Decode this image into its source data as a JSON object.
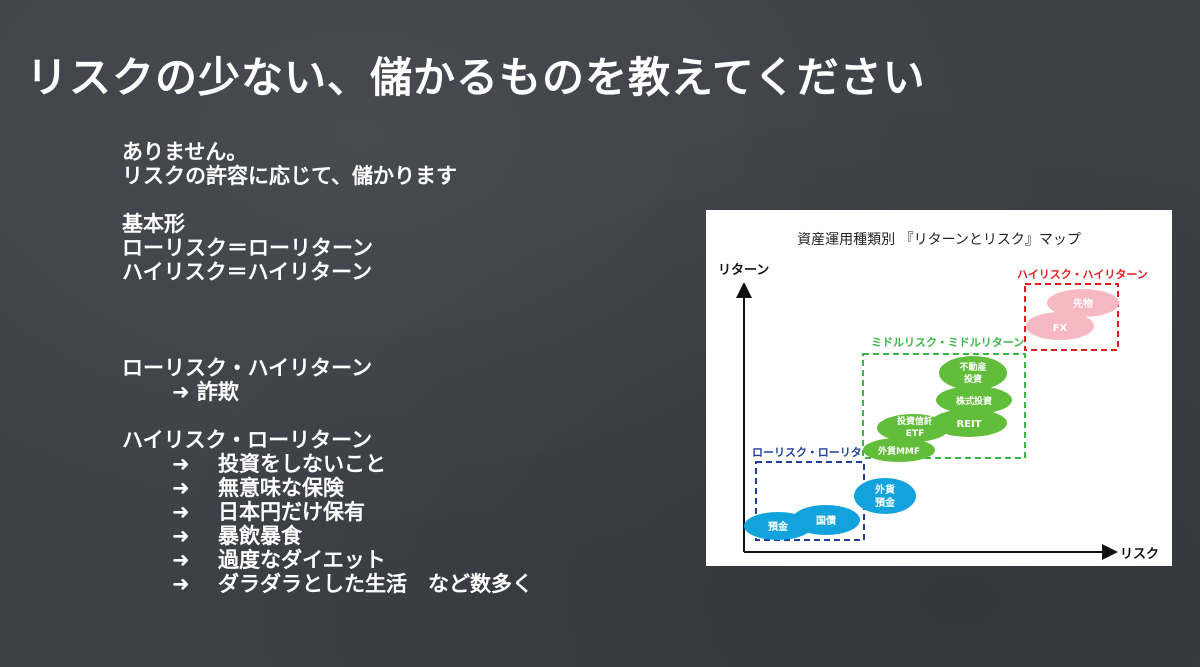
{
  "title": "リスクの少ない、儲かるものを教えてください",
  "body": {
    "line1": "ありません。",
    "line2": "リスクの許容に応じて、儲かります",
    "basic_heading": "基本形",
    "basic1": "ローリスク＝ローリターン",
    "basic2": "ハイリスク＝ハイリターン",
    "section1_heading": "ローリスク・ハイリターン",
    "section1_item": "➜ 詐欺",
    "section2_heading": "ハイリスク・ローリターン",
    "section2_arrow": "➜",
    "section2_items": [
      "投資をしないこと",
      "無意味な保険",
      "日本円だけ保有",
      "暴飲暴食",
      "過度なダイエット",
      "ダラダラとした生活　など数多く"
    ]
  },
  "chart": {
    "title": "資産運用種類別 『リターンとリスク』マップ",
    "y_axis_label": "リターン",
    "x_axis_label": "リスク",
    "groups": {
      "low": "ローリスク・ローリターン",
      "middle": "ミドルリスク・ミドルリターン",
      "high": "ハイリスク・ハイリターン"
    },
    "items": {
      "deposit": "預金",
      "jgb": "国債",
      "foreign_deposit_1": "外貨",
      "foreign_deposit_2": "預金",
      "foreign_mmf": "外貨MMF",
      "trust_1": "投資信託",
      "trust_2": "ETF",
      "reit": "REIT",
      "stock": "株式投資",
      "realestate_1": "不動産",
      "realestate_2": "投資",
      "futures": "先物",
      "fx": "FX"
    },
    "colors": {
      "low": "#1f3f99",
      "middle": "#39b54a",
      "high": "#e02020",
      "blue_ellipse": "#12a3dd",
      "green_ellipse": "#62bd3b",
      "pink_ellipse": "#f6b9c2"
    }
  }
}
